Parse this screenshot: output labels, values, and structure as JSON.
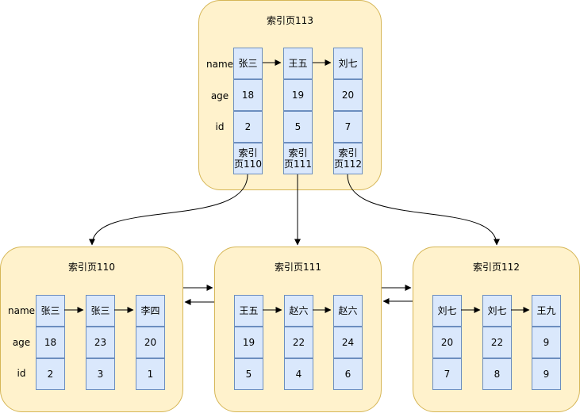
{
  "row_labels": [
    "name",
    "age",
    "id"
  ],
  "root": {
    "title": "索引页113",
    "columns": [
      {
        "name": "张三",
        "age": "18",
        "id": "2",
        "child": "索引\n页110"
      },
      {
        "name": "王五",
        "age": "19",
        "id": "5",
        "child": "索引\n页111"
      },
      {
        "name": "刘七",
        "age": "20",
        "id": "7",
        "child": "索引\n页112"
      }
    ]
  },
  "leaves": [
    {
      "title": "索引页110",
      "columns": [
        {
          "name": "张三",
          "age": "18",
          "id": "2"
        },
        {
          "name": "张三",
          "age": "23",
          "id": "3"
        },
        {
          "name": "李四",
          "age": "20",
          "id": "1"
        }
      ]
    },
    {
      "title": "索引页111",
      "columns": [
        {
          "name": "王五",
          "age": "19",
          "id": "5"
        },
        {
          "name": "赵六",
          "age": "22",
          "id": "4"
        },
        {
          "name": "赵六",
          "age": "24",
          "id": "6"
        }
      ]
    },
    {
      "title": "索引页112",
      "columns": [
        {
          "name": "刘七",
          "age": "20",
          "id": "7"
        },
        {
          "name": "刘七",
          "age": "22",
          "id": "8"
        },
        {
          "name": "王九",
          "age": "9",
          "id": "9"
        }
      ]
    }
  ],
  "colors": {
    "page_fill": "#fff2cc",
    "page_stroke": "#d6b656",
    "cell_fill": "#dae8fc",
    "cell_stroke": "#6c8ebf"
  }
}
